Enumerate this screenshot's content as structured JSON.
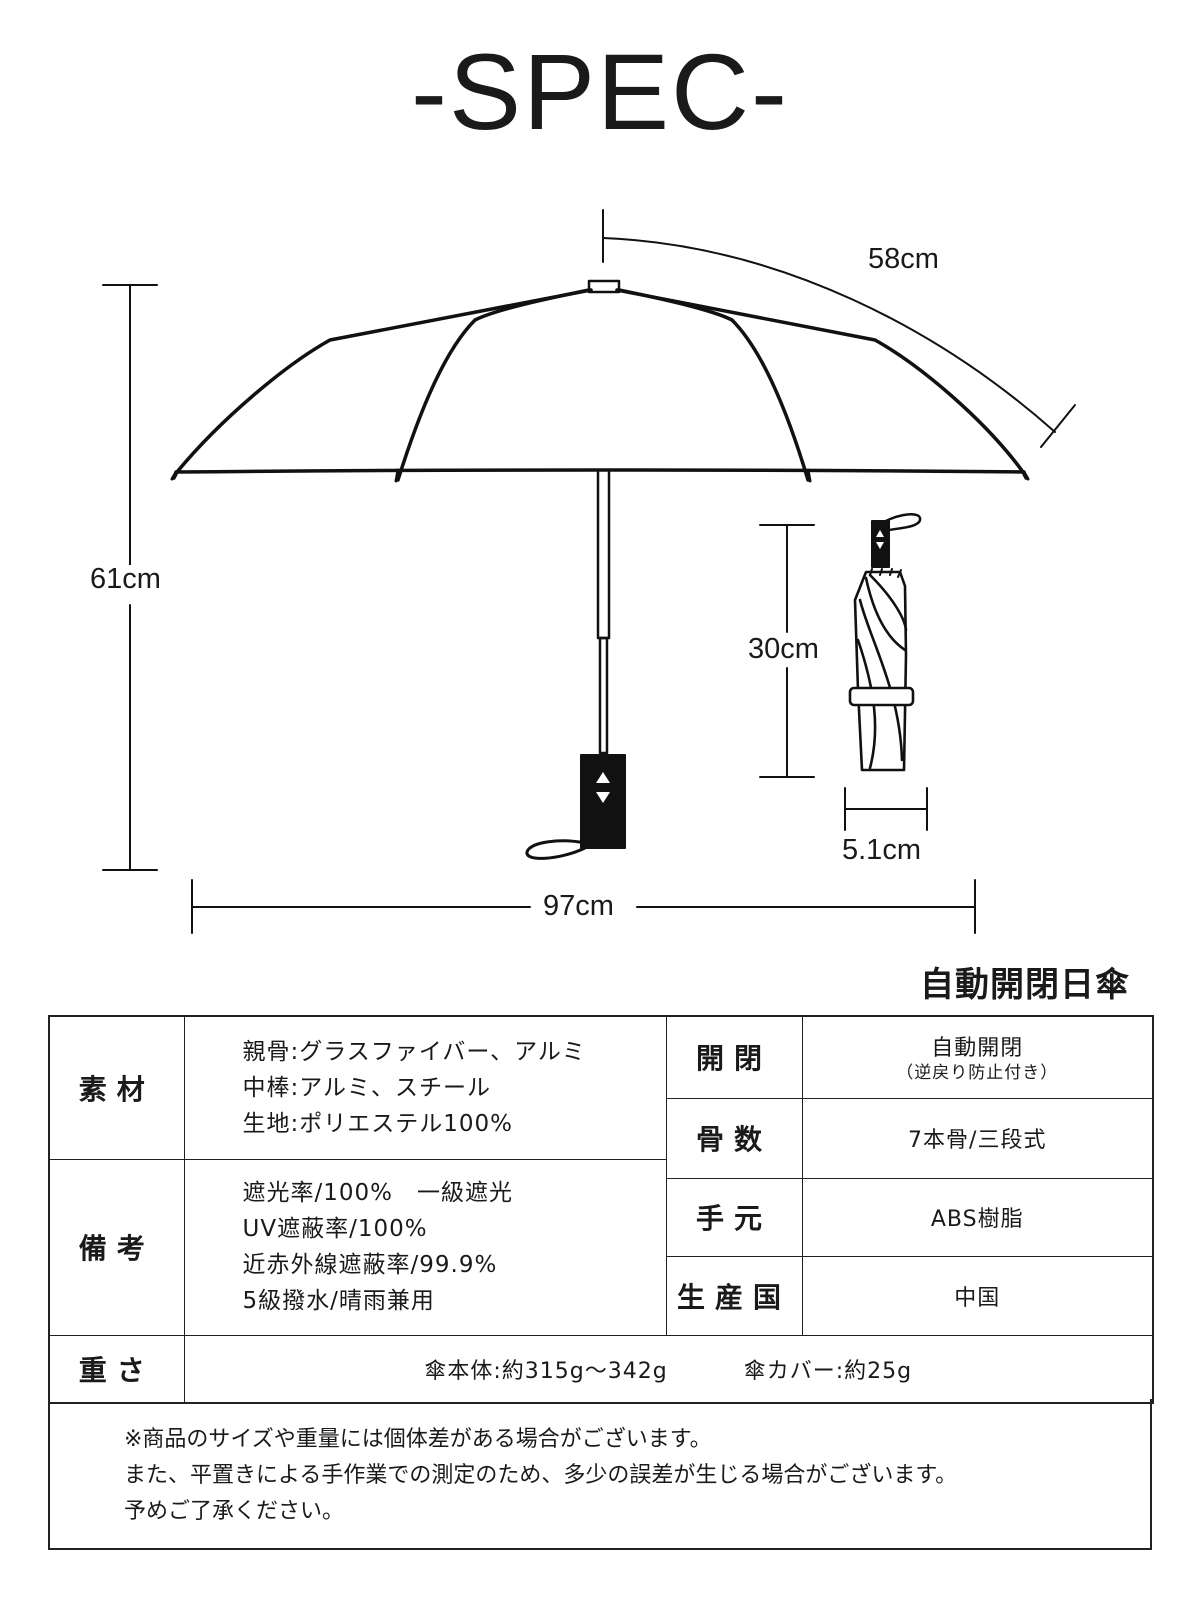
{
  "title": "-SPEC-",
  "dimensions": {
    "rib_length": "58cm",
    "total_height": "61cm",
    "folded_length": "30cm",
    "folded_diameter": "5.1cm",
    "open_width": "97cm"
  },
  "product_name": "自動開閉日傘",
  "spec_table": {
    "material_label": "素材",
    "material_lines": [
      "親骨:グラスファイバー、アルミ",
      "中棒:アルミ、スチール",
      "生地:ポリエステル100%"
    ],
    "notes_label": "備考",
    "notes_lines": [
      "遮光率/100%　一級遮光",
      "UV遮蔽率/100%",
      "近赤外線遮蔽率/99.9%",
      "5級撥水/晴雨兼用"
    ],
    "open_close_label": "開閉",
    "open_close_value": "自動開閉",
    "open_close_sub": "（逆戻り防止付き）",
    "ribs_label": "骨数",
    "ribs_value": "7本骨/三段式",
    "handle_label": "手元",
    "handle_value": "ABS樹脂",
    "origin_label": "生産国",
    "origin_value": "中国",
    "weight_label": "重さ",
    "weight_body": "傘本体:約315g～342g",
    "weight_cover": "傘カバー:約25g"
  },
  "disclaimer_lines": [
    "※商品のサイズや重量には個体差がある場合がございます。",
    "また、平置きによる手作業での測定のため、多少の誤差が生じる場合がございます。",
    "予めご了承ください。"
  ]
}
